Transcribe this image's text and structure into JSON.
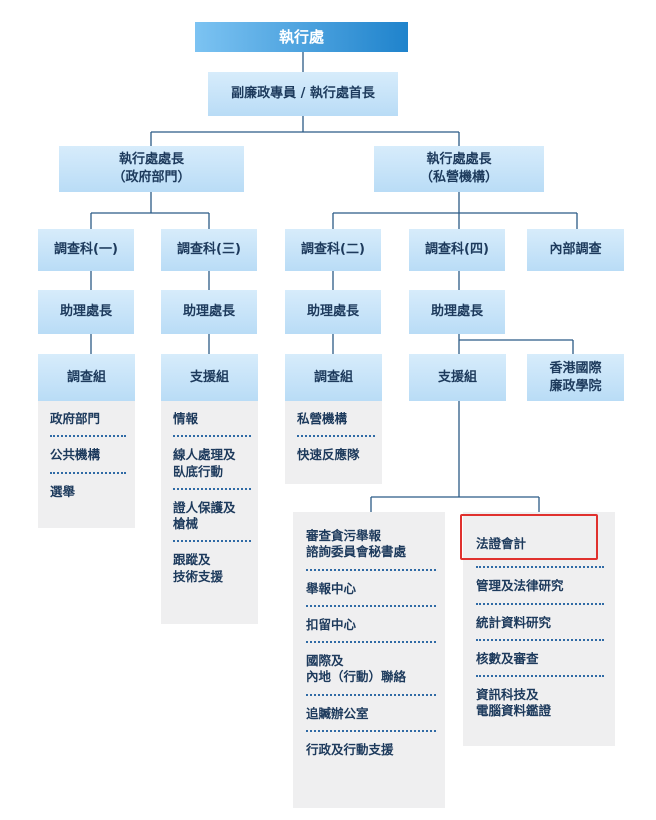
{
  "top": "執行處",
  "deputy": "副廉政專員 / 執行處首長",
  "director_public": "執行處處長\n（政府部門）",
  "director_private": "執行處處長\n（私營機構）",
  "branch_i": "調查科(一)",
  "branch_iii": "調查科(三)",
  "branch_ii": "調查科(二)",
  "branch_iv": "調查科(四)",
  "internal": "內部調查",
  "adh_i": "助理處長",
  "adh_iii": "助理處長",
  "adh_ii": "助理處長",
  "adh_iv": "助理處長",
  "grp_i": {
    "title": "調查組",
    "items": [
      "政府部門",
      "公共機構",
      "選舉"
    ]
  },
  "grp_iii": {
    "title": "支援組",
    "items": [
      "情報",
      "線人處理及\n臥底行動",
      "證人保護及\n槍械",
      "跟蹤及\n技術支援"
    ]
  },
  "grp_ii": {
    "title": "調查組",
    "items": [
      "私營機構",
      "快速反應隊"
    ]
  },
  "grp_iv": {
    "title": "支援組"
  },
  "academy": "香港國際\n廉政學院",
  "support_left": [
    "審查貪污舉報\n諮詢委員會秘書處",
    "舉報中心",
    "扣留中心",
    "國際及\n內地（行動）聯絡",
    "追贓辦公室",
    "行政及行動支援"
  ],
  "support_right": [
    "法證會計",
    "管理及法律研究",
    "統計資料研究",
    "核數及審查",
    "資訊科技及\n電腦資料鑑證"
  ]
}
